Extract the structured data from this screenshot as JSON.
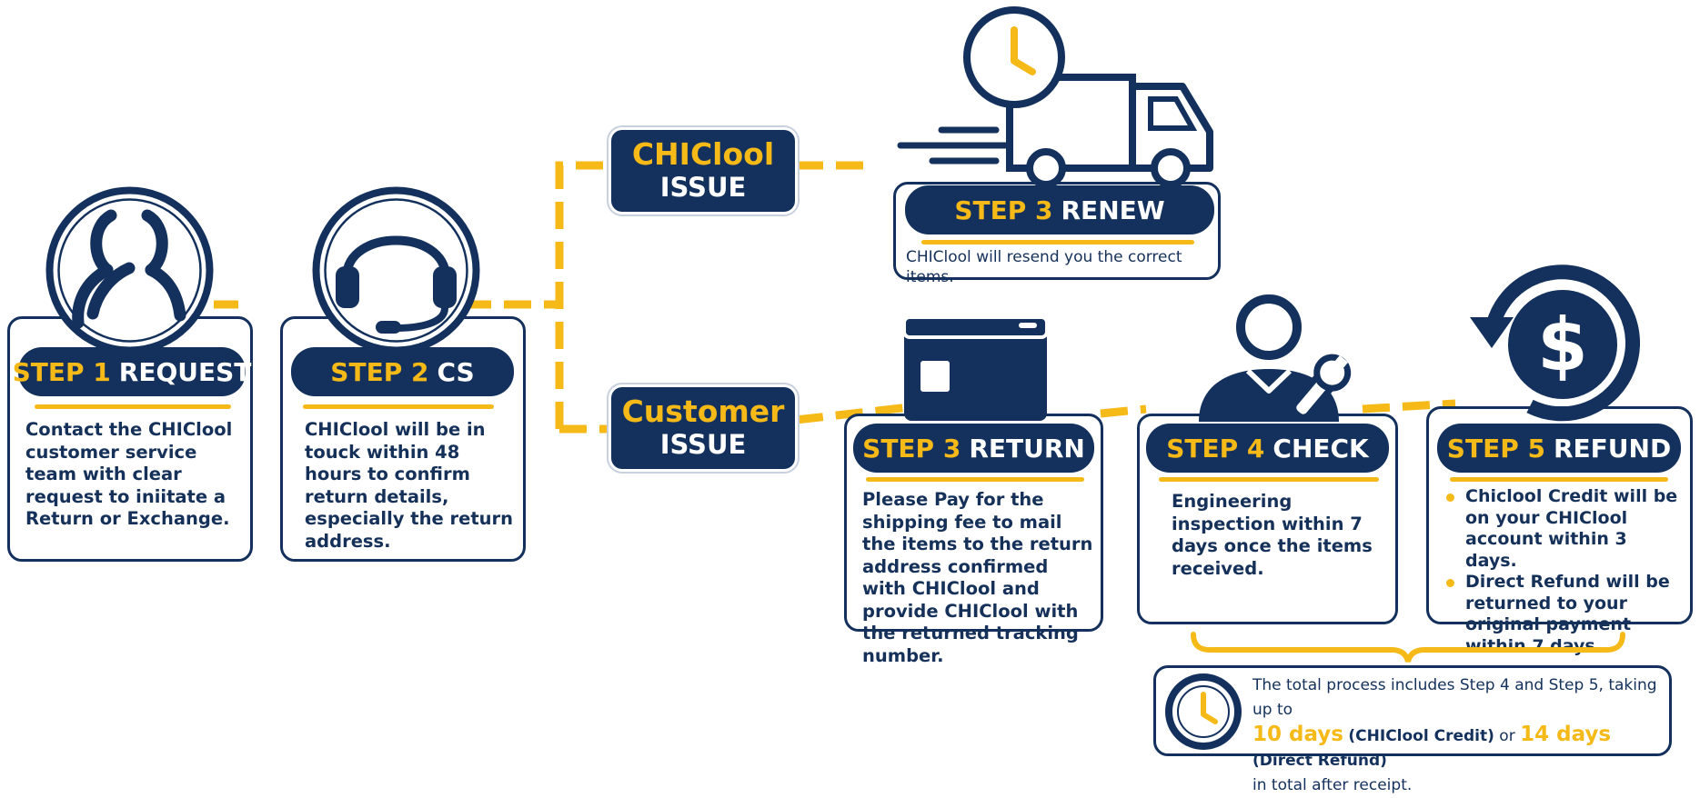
{
  "colors": {
    "navy": "#13315c",
    "accent": "#f5b918",
    "background": "#ffffff"
  },
  "issues": {
    "chiclool": {
      "line1": "CHIClool",
      "line2": "ISSUE"
    },
    "customer": {
      "line1": "Customer",
      "line2": "ISSUE"
    }
  },
  "steps": [
    {
      "id": "request",
      "icon": "users-icon",
      "num": "STEP 1",
      "title": "REQUEST",
      "text": "Contact the CHIClool customer service team with clear request to iniitate a Return or Exchange."
    },
    {
      "id": "cs",
      "icon": "headset-icon",
      "num": "STEP 2",
      "title": "CS",
      "text": "CHIClool will be in touck within 48 hours to confirm return details, especially the return address."
    },
    {
      "id": "renew",
      "icon": "delivery-truck-icon",
      "num": "STEP 3",
      "title": "RENEW",
      "text": "CHIClool will resend you the correct items."
    },
    {
      "id": "return",
      "icon": "package-box-icon",
      "num": "STEP 3",
      "title": "RETURN",
      "text": "Please Pay for the shipping fee to mail the items to the return address confirmed with CHIClool and provide CHIClool with the returned tracking number."
    },
    {
      "id": "check",
      "icon": "engineer-wrench-icon",
      "num": "STEP 4",
      "title": "CHECK",
      "text": "Engineering inspection within 7 days once the items received."
    },
    {
      "id": "refund",
      "icon": "refund-dollar-icon",
      "num": "STEP 5",
      "title": "REFUND",
      "bullets": [
        "Chiclool Credit will be on your CHIClool account within 3 days.",
        "Direct Refund will be returned to your original payment within 7 days."
      ]
    }
  ],
  "summary": {
    "icon": "clock-icon",
    "line1": "The total process includes Step 4 and Step 5, taking up to",
    "days_credit": "10 days",
    "credit_label": "(CHIClool Credit)",
    "or": "or",
    "days_refund": "14 days",
    "refund_label": "(Direct Refund)",
    "line3": "in total after receipt."
  }
}
